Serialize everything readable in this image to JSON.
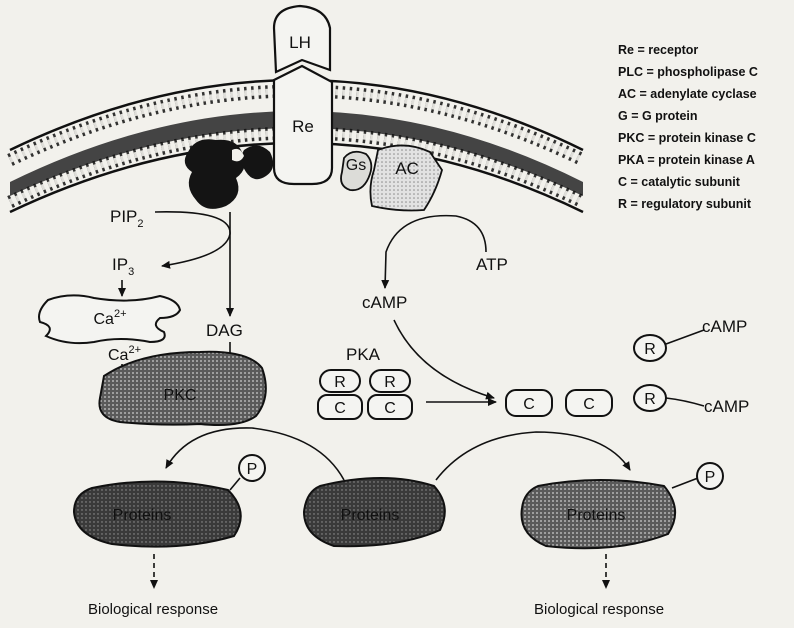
{
  "legend": [
    "Re = receptor",
    "PLC = phospholipase C",
    "AC = adenylate cyclase",
    "G = G protein",
    "PKC = protein kinase C",
    "PKA = protein kinase A",
    "C = catalytic subunit",
    "R = regulatory subunit"
  ],
  "labels": {
    "lh": "LH",
    "re": "Re",
    "gs": "Gs",
    "ac": "AC",
    "pip2_base": "PIP",
    "pip2_sub": "2",
    "ip3_base": "IP",
    "ip3_sub": "3",
    "ca_base": "Ca",
    "ca_sup": "2+",
    "dag": "DAG",
    "pkc": "PKC",
    "atp": "ATP",
    "camp": "cAMP",
    "pka": "PKA",
    "r": "R",
    "c": "C",
    "p": "P",
    "proteins": "Proteins",
    "biological_response": "Biological response"
  }
}
